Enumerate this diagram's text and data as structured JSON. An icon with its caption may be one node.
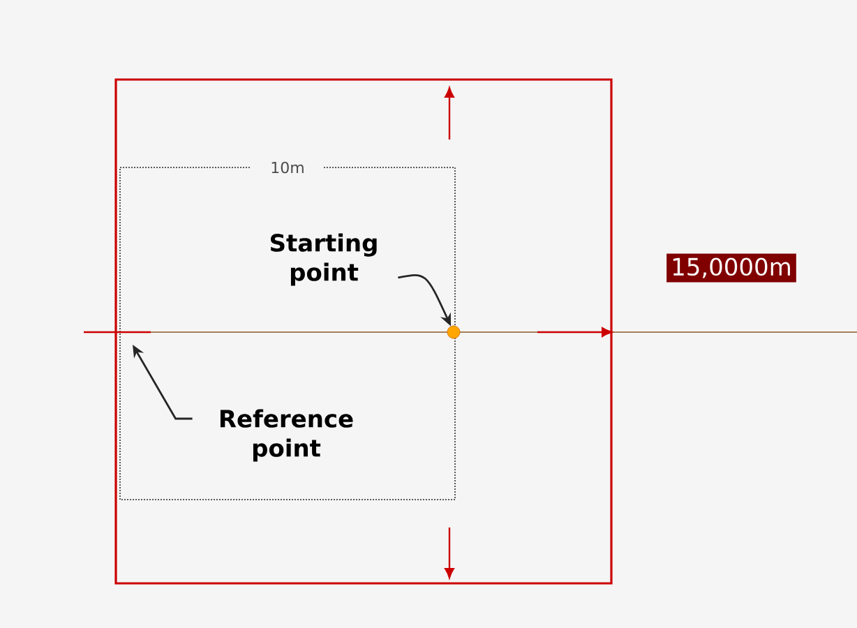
{
  "diagram": {
    "nodes": [
      {
        "text": [
          "Starting point"
        ]
      },
      {
        "text": [],
        "shape": "circle"
      },
      {
        "text": [
          "Reference point"
        ]
      },
      {
        "text": [
          "15,0000m"
        ]
      }
    ],
    "edges": [
      {
        "from": 0,
        "to": 1,
        "arrow": "to"
      },
      {
        "from": 2,
        "to": null,
        "arrow": "to"
      }
    ],
    "labels": [
      "10m"
    ]
  }
}
